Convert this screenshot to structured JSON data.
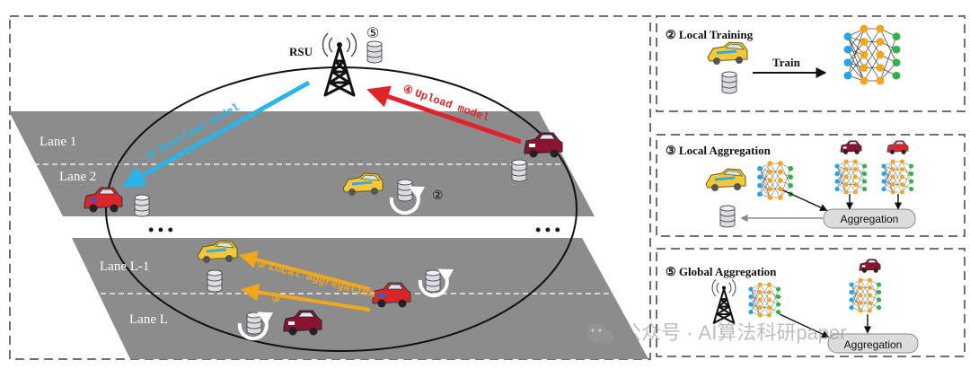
{
  "rsu": {
    "label": "RSU",
    "step": "⑤"
  },
  "lanes": [
    "Lane 1",
    "Lane 2",
    "Lane L-1",
    "Lane L"
  ],
  "dots": "• • •",
  "arrows": {
    "download": {
      "step": "①",
      "text": "Download model",
      "color": "#2ab4e8"
    },
    "upload": {
      "step": "④",
      "text": "Upload model",
      "color": "#e0232a"
    },
    "local_agg": {
      "step": "③",
      "text": "Local aggregation",
      "color": "#f2a71b"
    },
    "v2v_step": "③"
  },
  "train_step": "②",
  "panels": {
    "local_training": {
      "title": "② Local Training",
      "arrow_label": "Train"
    },
    "local_aggregation": {
      "title": "③ Local Aggregation",
      "box_label": "Aggregation"
    },
    "global_aggregation": {
      "title": "⑤ Global Aggregation",
      "box_label": "Aggregation"
    }
  },
  "watermark": "公众号 · AI算法科研paper",
  "colors": {
    "road": "#8c8c8c",
    "red_car": "#d8262b",
    "yellow_car": "#f3c93a",
    "border": "#707070"
  }
}
